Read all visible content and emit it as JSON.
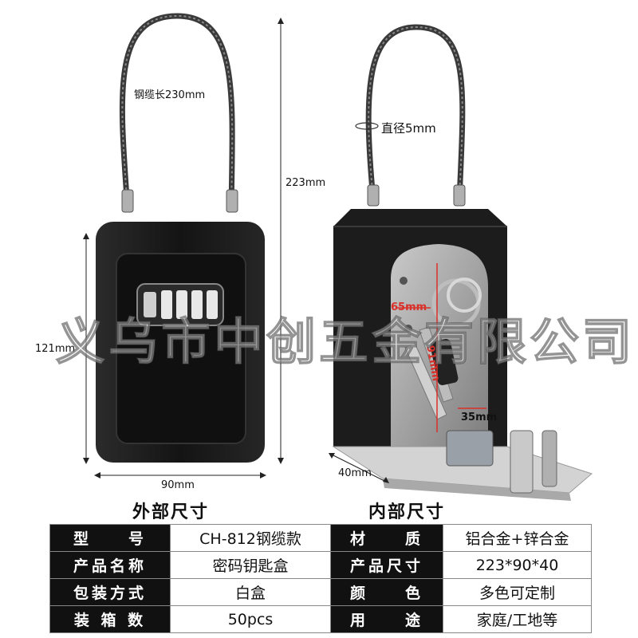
{
  "left_view": {
    "cable_length_label": "钢缆长230mm",
    "height_label": "121mm",
    "width_label": "90mm",
    "caption": "外部尺寸"
  },
  "overall_height_label": "223mm",
  "right_view": {
    "cable_diameter_label": "直径5mm",
    "depth_label": "40mm",
    "inner_height_label": "91mm",
    "inner_width_label": "65mm",
    "inner_depth_label": "35mm",
    "caption": "内部尺寸"
  },
  "watermark": "义乌市中创五金有限公司",
  "specs": [
    {
      "label1": "型　　号",
      "value1": "CH-812钢缆款",
      "label2": "材　　质",
      "value2": "铝合金+锌合金"
    },
    {
      "label1": "产品名称",
      "value1": "密码钥匙盒",
      "label2": "产品尺寸",
      "value2": "223*90*40"
    },
    {
      "label1": "包装方式",
      "value1": "白盒",
      "label2": "颜　　色",
      "value2": "多色可定制"
    },
    {
      "label1": "装 箱 数",
      "value1": "50pcs",
      "label2": "用　　途",
      "value2": "家庭/工地等"
    }
  ],
  "colors": {
    "header_bg": "#111111",
    "box_body": "#1b1b1b",
    "interior": "#9a9a9a",
    "dimension_red": "#d9302a"
  }
}
